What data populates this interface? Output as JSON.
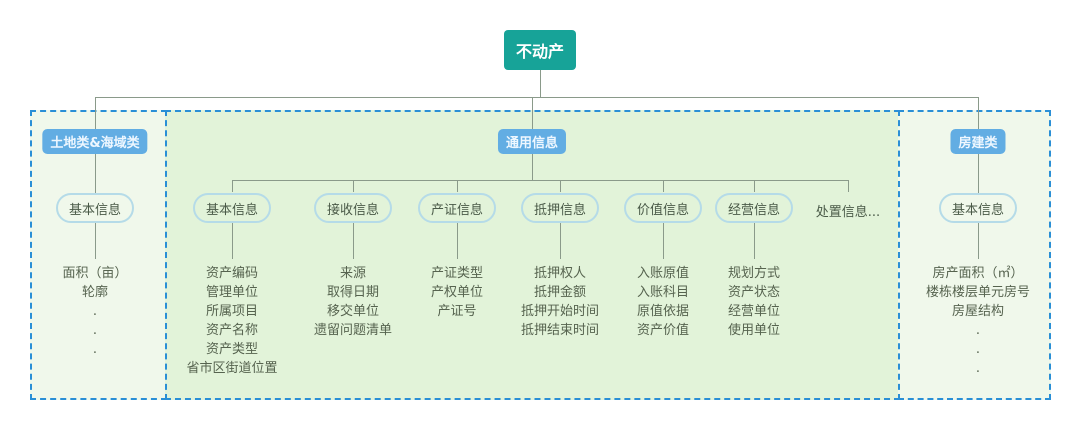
{
  "root": "不动产",
  "categories": [
    {
      "label": "土地类&海域类",
      "groups": [
        {
          "label": "基本信息",
          "items": [
            "面积（亩）",
            "轮廓",
            ".",
            ".",
            "."
          ]
        }
      ]
    },
    {
      "label": "通用信息",
      "groups": [
        {
          "label": "基本信息",
          "items": [
            "资产编码",
            "管理单位",
            "所属项目",
            "资产名称",
            "资产类型",
            "省市区街道位置"
          ]
        },
        {
          "label": "接收信息",
          "items": [
            "来源",
            "取得日期",
            "移交单位",
            "遗留问题清单"
          ]
        },
        {
          "label": "产证信息",
          "items": [
            "产证类型",
            "产权单位",
            "产证号"
          ]
        },
        {
          "label": "抵押信息",
          "items": [
            "抵押权人",
            "抵押金额",
            "抵押开始时间",
            "抵押结束时间"
          ]
        },
        {
          "label": "价值信息",
          "items": [
            "入账原值",
            "入账科目",
            "原值依据",
            "资产价值"
          ]
        },
        {
          "label": "经营信息",
          "items": [
            "规划方式",
            "资产状态",
            "经营单位",
            "使用单位"
          ]
        },
        {
          "label": "处置信息...",
          "items": []
        }
      ]
    },
    {
      "label": "房建类",
      "groups": [
        {
          "label": "基本信息",
          "items": [
            "房产面积（㎡）",
            "楼栋楼层单元房号",
            "房屋结构",
            ".",
            ".",
            "."
          ]
        }
      ]
    }
  ]
}
